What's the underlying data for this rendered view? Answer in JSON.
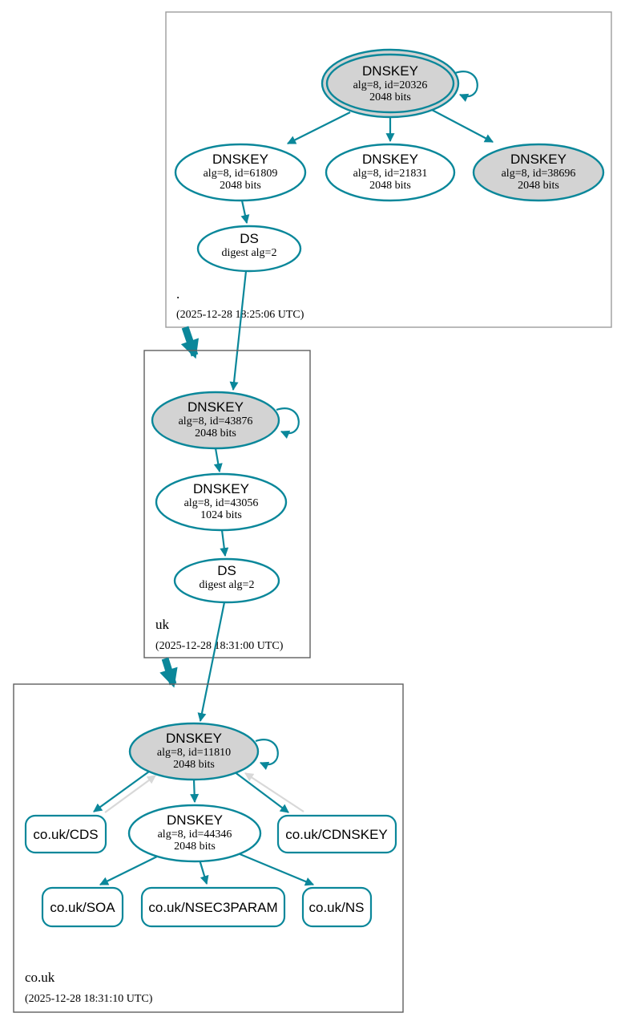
{
  "colors": {
    "secure_edge": "#0a879a",
    "ksk_fill": "#d3d3d3",
    "node_fill": "#ffffff",
    "gray_edge": "#d8d8d8",
    "zone_border": "#808080",
    "text": "#000000"
  },
  "zones": {
    "root": {
      "label": ".",
      "timestamp": "(2025-12-28 18:25:06 UTC)"
    },
    "uk": {
      "label": "uk",
      "timestamp": "(2025-12-28 18:31:00 UTC)"
    },
    "couk": {
      "label": "co.uk",
      "timestamp": "(2025-12-28 18:31:10 UTC)"
    }
  },
  "nodes": {
    "root_ksk": {
      "type": "DNSKEY",
      "detail": "alg=8, id=20326",
      "size": "2048 bits"
    },
    "root_zsk_61809": {
      "type": "DNSKEY",
      "detail": "alg=8, id=61809",
      "size": "2048 bits"
    },
    "root_zsk_21831": {
      "type": "DNSKEY",
      "detail": "alg=8, id=21831",
      "size": "2048 bits"
    },
    "root_key_38696": {
      "type": "DNSKEY",
      "detail": "alg=8, id=38696",
      "size": "2048 bits"
    },
    "root_ds": {
      "type": "DS",
      "detail": "digest alg=2"
    },
    "uk_ksk": {
      "type": "DNSKEY",
      "detail": "alg=8, id=43876",
      "size": "2048 bits"
    },
    "uk_zsk": {
      "type": "DNSKEY",
      "detail": "alg=8, id=43056",
      "size": "1024 bits"
    },
    "uk_ds": {
      "type": "DS",
      "detail": "digest alg=2"
    },
    "couk_ksk": {
      "type": "DNSKEY",
      "detail": "alg=8, id=11810",
      "size": "2048 bits"
    },
    "couk_zsk": {
      "type": "DNSKEY",
      "detail": "alg=8, id=44346",
      "size": "2048 bits"
    },
    "couk_cds": {
      "label": "co.uk/CDS"
    },
    "couk_cdnskey": {
      "label": "co.uk/CDNSKEY"
    },
    "couk_soa": {
      "label": "co.uk/SOA"
    },
    "couk_nsec3param": {
      "label": "co.uk/NSEC3PARAM"
    },
    "couk_ns": {
      "label": "co.uk/NS"
    }
  }
}
